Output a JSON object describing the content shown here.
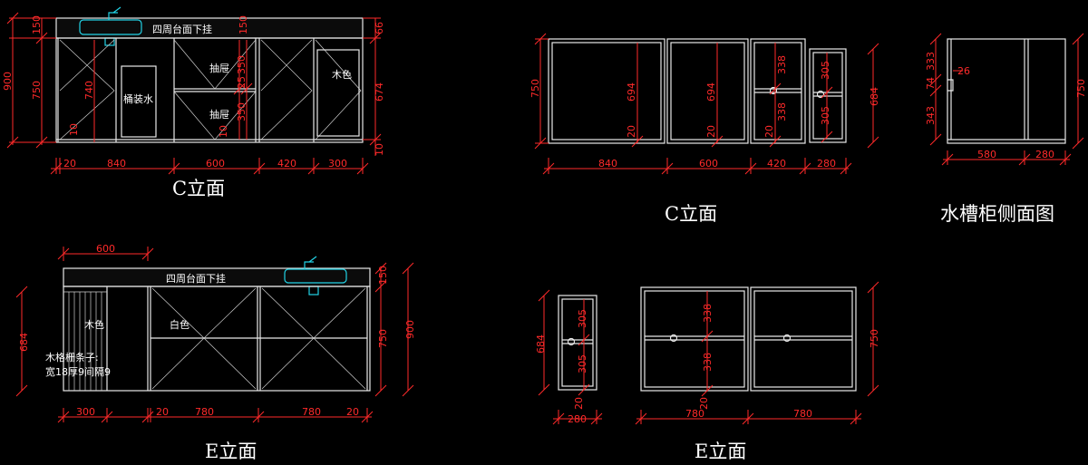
{
  "colors": {
    "background": "#000000",
    "linework": "#e8e8e8",
    "dimension": "#ff2a2a",
    "fixture": "#22d3e6"
  },
  "drawing1": {
    "title": "C立面",
    "counter_label": "四周台面下挂",
    "bucket_label": "桶装水",
    "drawer_label_1": "抽屉",
    "drawer_label_2": "抽屉",
    "wood_label": "木色",
    "dims": {
      "total_h": "900",
      "body_h": "750",
      "top_h": "150",
      "inner_h": "740",
      "kick_10": "10",
      "drawer_top": "350",
      "drawer_bot": "350",
      "gap_25": "25",
      "gap_10": "10",
      "top_r": "150",
      "right_top": "66",
      "right_mid": "674",
      "right_bot": "10",
      "w20": "20",
      "w840": "840",
      "w600": "600",
      "w420": "420",
      "w300": "300"
    }
  },
  "drawing2": {
    "title": "C立面",
    "dims": {
      "h750": "750",
      "h684": "684",
      "h694a": "694",
      "h694b": "694",
      "h20a": "20",
      "h20b": "20",
      "h338a": "338",
      "h338b": "338",
      "h20c": "20",
      "h305a": "305",
      "h305b": "305",
      "w840": "840",
      "w600": "600",
      "w420": "420",
      "w280": "280"
    }
  },
  "drawing3": {
    "title": "水槽柜侧面图",
    "dims": {
      "h333": "333",
      "h74": "74",
      "h343": "343",
      "h26": "26",
      "h750": "750",
      "w580": "580",
      "w280": "280"
    }
  },
  "drawing4": {
    "title": "E立面",
    "counter_label": "四周台面下挂",
    "wood_label": "木色",
    "white_label": "白色",
    "slat_label_1": "木格栅条子:",
    "slat_label_2": "宽18厚9间隔9",
    "dims": {
      "top_600": "600",
      "h684": "684",
      "h150": "150",
      "h750": "750",
      "h900": "900",
      "w300": "300",
      "w20a": "20",
      "w780a": "780",
      "w780b": "780",
      "w20b": "20"
    }
  },
  "drawing5": {
    "title": "E立面",
    "dims": {
      "h684": "684",
      "h305a": "305",
      "h305b": "305",
      "h20": "20",
      "w280": "280",
      "h338a": "338",
      "h338b": "338",
      "h20b": "20",
      "h750": "750",
      "w780a": "780",
      "w780b": "780"
    }
  }
}
